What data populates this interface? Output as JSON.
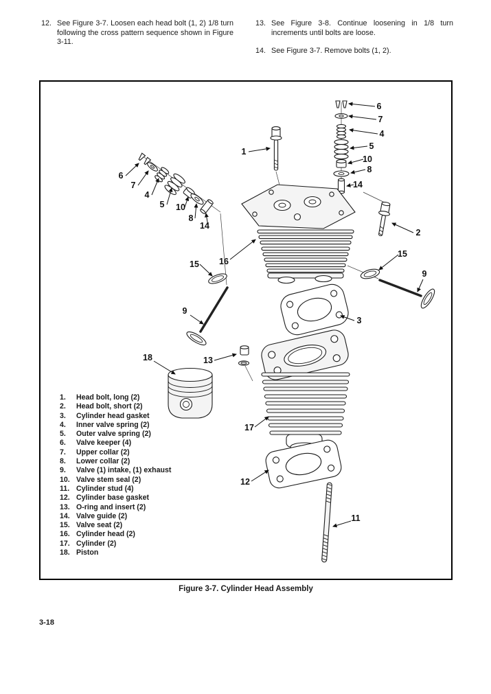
{
  "colors": {
    "ink": "#1a1a1a",
    "paper": "#ffffff"
  },
  "instructions": [
    {
      "num": "12.",
      "text": "See Figure 3-7. Loosen each head bolt (1, 2) 1/8 turn following the cross pattern sequence shown in Figure 3-11."
    },
    {
      "num": "13.",
      "text": "See Figure 3-8. Continue loosening in 1/8 turn increments until bolts are loose."
    },
    {
      "num": "14.",
      "text": "See Figure 3-7. Remove bolts (1, 2)."
    }
  ],
  "figure": {
    "caption": "Figure 3-7. Cylinder Head Assembly",
    "parts": [
      {
        "num": "1.",
        "label": "Head bolt, long (2)"
      },
      {
        "num": "2.",
        "label": "Head bolt, short (2)"
      },
      {
        "num": "3.",
        "label": "Cylinder head gasket"
      },
      {
        "num": "4.",
        "label": "Inner valve spring (2)"
      },
      {
        "num": "5.",
        "label": "Outer valve spring (2)"
      },
      {
        "num": "6.",
        "label": "Valve keeper (4)"
      },
      {
        "num": "7.",
        "label": "Upper collar (2)"
      },
      {
        "num": "8.",
        "label": "Lower collar (2)"
      },
      {
        "num": "9.",
        "label": "Valve (1) intake, (1) exhaust"
      },
      {
        "num": "10.",
        "label": "Valve stem seal (2)"
      },
      {
        "num": "11.",
        "label": "Cylinder stud (4)"
      },
      {
        "num": "12.",
        "label": "Cylinder base gasket"
      },
      {
        "num": "13.",
        "label": "O-ring and insert (2)"
      },
      {
        "num": "14.",
        "label": "Valve guide (2)"
      },
      {
        "num": "15.",
        "label": "Valve seat (2)"
      },
      {
        "num": "16.",
        "label": "Cylinder head (2)"
      },
      {
        "num": "17.",
        "label": "Cylinder (2)"
      },
      {
        "num": "18.",
        "label": "Piston"
      }
    ],
    "callouts": [
      "1",
      "6",
      "7",
      "4",
      "5",
      "10",
      "8",
      "14",
      "2",
      "6",
      "7",
      "4",
      "5",
      "10",
      "8",
      "14",
      "16",
      "15",
      "15",
      "9",
      "9",
      "3",
      "18",
      "13",
      "17",
      "12",
      "11"
    ]
  },
  "footer": {
    "page_number": "3-18"
  }
}
